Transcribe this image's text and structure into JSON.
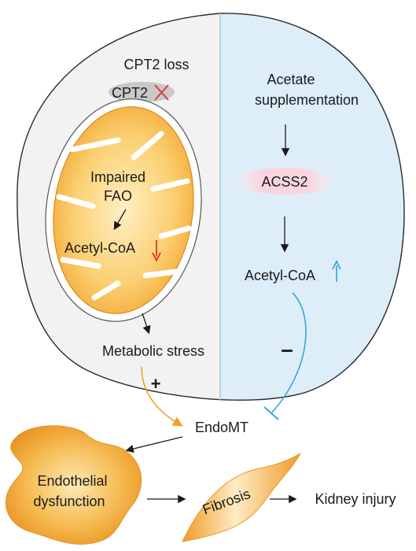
{
  "left_panel": {
    "cpt2_loss_label": "CPT2 loss",
    "cpt2_label": "CPT2",
    "impaired_label_line1": "Impaired",
    "impaired_label_line2": "FAO",
    "acetyl_coa_label": "Acetyl-CoA",
    "metabolic_stress_label": "Metabolic stress",
    "plus_sign": "+"
  },
  "right_panel": {
    "acetate_line1": "Acetate",
    "acetate_line2": "supplementation",
    "acss2_label": "ACSS2",
    "acetyl_coa_label": "Acetyl-CoA",
    "minus_sign": "–"
  },
  "bottom": {
    "endomt_label": "EndoMT",
    "endothelial_line1": "Endothelial",
    "endothelial_line2": "dysfunction",
    "fibrosis_label": "Fibrosis",
    "kidney_injury_label": "Kidney injury"
  },
  "colors": {
    "left_fill": "#f2f2f2",
    "right_fill": "#ddeef9",
    "mito_orange": "#f5b13d",
    "mito_light": "#fde3a8",
    "acss2_pink": "#f9d9e1",
    "cross_red": "#e03a3a",
    "up_arrow_blue": "#2a9fd8",
    "down_arrow_red": "#e02020",
    "orange_arrow": "#eea22a",
    "inhibit_blue": "#3aa6dc"
  }
}
